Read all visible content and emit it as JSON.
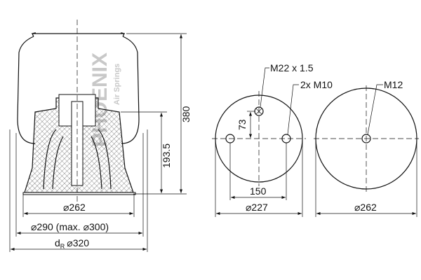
{
  "watermark": {
    "brand": "PHOENIX",
    "tagline": "Air Springs",
    "color": "#c8c8c8"
  },
  "side_view": {
    "height_total": "380",
    "height_piston": "193.5",
    "dia_piston": "⌀262",
    "dia_bellows": "⌀290 (max. ⌀300)",
    "dia_outer_prefix": "d",
    "dia_outer_sub": "R",
    "dia_outer": "⌀320"
  },
  "top_view": {
    "thread_air": "M22 x 1.5",
    "thread_bolts": "2x M10",
    "offset": "73",
    "bolt_spacing": "150",
    "diameter": "⌀227"
  },
  "bottom_view": {
    "thread": "M12",
    "diameter": "⌀262"
  }
}
